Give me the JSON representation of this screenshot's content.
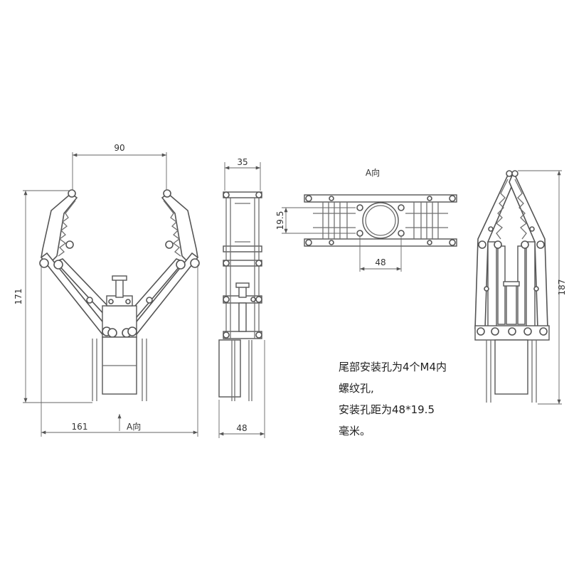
{
  "views": {
    "front": {
      "width_top": "90",
      "height": "171",
      "width_bottom": "161",
      "direction": "A向"
    },
    "side": {
      "width_top": "35",
      "width_bottom": "48"
    },
    "top": {
      "title": "A向",
      "hole_pitch_v": "19.5",
      "hole_pitch_h": "48"
    },
    "rear": {
      "height": "187"
    }
  },
  "note": {
    "lines": [
      "尾部安装孔为4个M4内",
      "螺纹孔,",
      "安装孔距为48*19.5",
      "毫米。"
    ]
  }
}
